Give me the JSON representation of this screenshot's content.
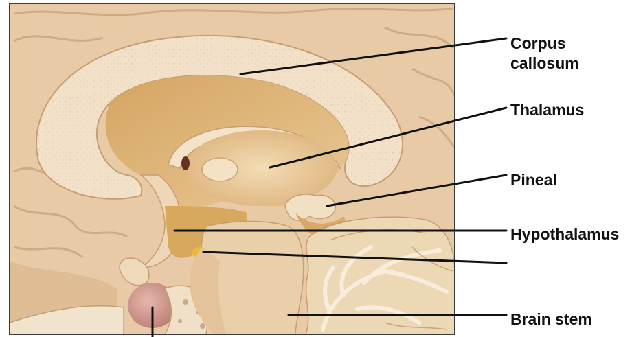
{
  "labels": {
    "corpus_callosum": "Corpus\ncallosum",
    "thalamus": "Thalamus",
    "pineal": "Pineal",
    "hypothalamus": "Hypothalamus",
    "brain_stem": "Brain stem"
  },
  "colors": {
    "tissue_light": "#f0dcc0",
    "tissue_mid": "#e3c299",
    "tissue_dark": "#c99b68",
    "cavity": "#d8ad72",
    "pituitary": "#c98f86",
    "frame": "#3a3a3a",
    "leader_line": "#111111"
  }
}
